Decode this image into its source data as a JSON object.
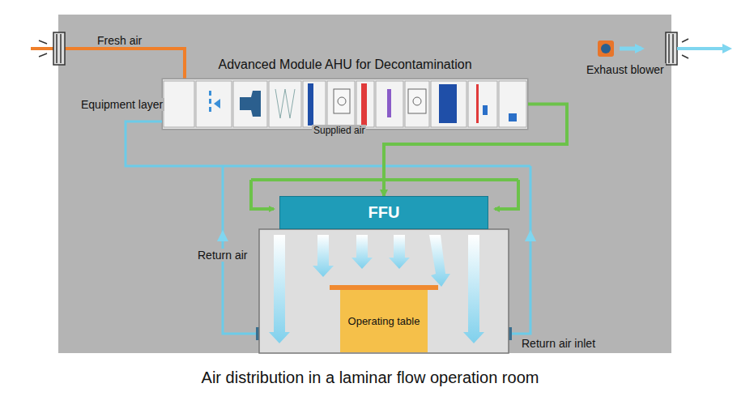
{
  "diagram": {
    "caption": "Air distribution in a laminar flow operation room",
    "nodes": [
      {
        "text": [
          "Advanced Module AHU for Decontamination"
        ]
      },
      {
        "text": [
          "FFU"
        ]
      },
      {
        "text": [
          "Operating table"
        ]
      }
    ],
    "edges": [
      {
        "from": 0,
        "to": 1,
        "arrow": "to",
        "label": "Supplied air"
      }
    ],
    "labels": [
      "Fresh air",
      "Equipment layer",
      "Exhaust blower",
      "Return air",
      "Return air inlet"
    ]
  }
}
